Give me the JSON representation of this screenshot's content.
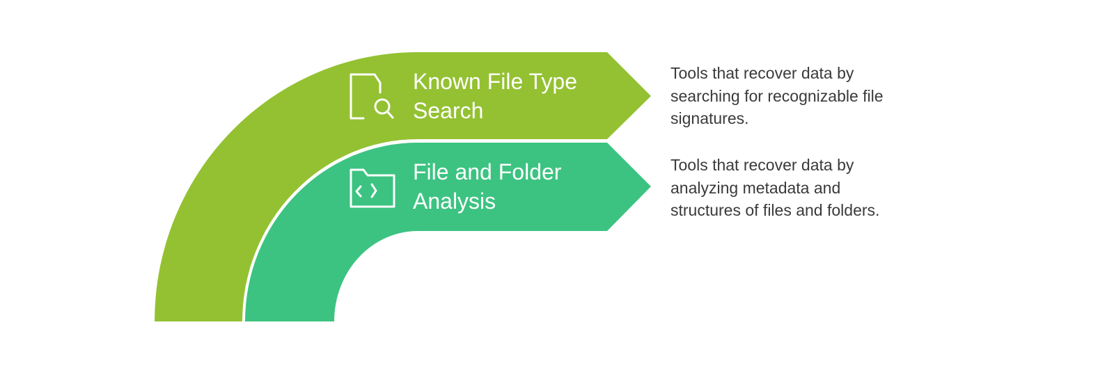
{
  "colors": {
    "band1": "#94C132",
    "band2": "#3CC381",
    "text": "#3a3a3a"
  },
  "steps": [
    {
      "title_line1": "Known File Type",
      "title_line2": "Search",
      "icon": "file-search-icon",
      "description": [
        "Tools that recover data by",
        "searching for recognizable file",
        "signatures."
      ]
    },
    {
      "title_line1": "File and Folder",
      "title_line2": "Analysis",
      "icon": "folder-code-icon",
      "description": [
        "Tools that recover data by",
        "analyzing metadata and",
        "structures of files and folders."
      ]
    }
  ]
}
